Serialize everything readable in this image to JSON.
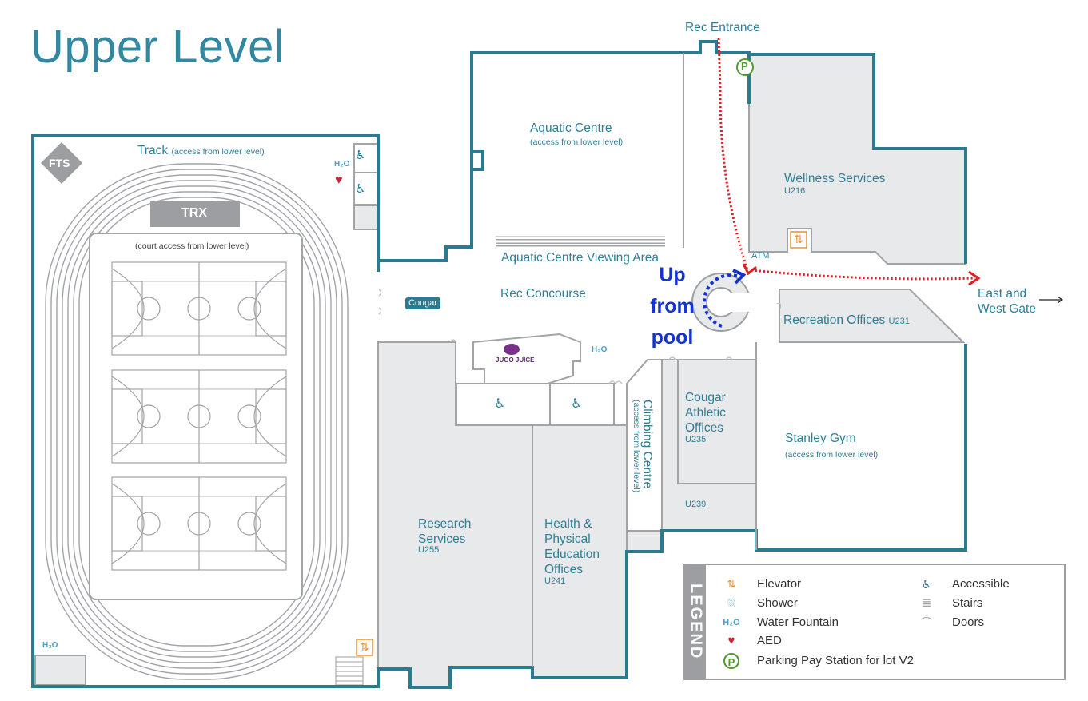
{
  "page_title": "Upper Level",
  "labels": {
    "rec_entrance": "Rec Entrance",
    "fts": "FTS",
    "track": "Track",
    "track_note": "(access from lower level)",
    "trx": "TRX",
    "court_note": "(court access from lower level)",
    "aquatic": "Aquatic Centre",
    "aquatic_note": "(access from lower level)",
    "aquatic_viewing": "Aquatic Centre Viewing Area",
    "wellness": "Wellness Services",
    "wellness_room": "U216",
    "atm": "ATM",
    "east_west_1": "East and",
    "east_west_2": "West Gate",
    "rec_concourse": "Rec Concourse",
    "cougar": "Cougar",
    "recreation_offices": "Recreation Offices",
    "recreation_room": "U231",
    "jugo_juice": "JUGO JUICE",
    "h2o": "H₂O",
    "cougar_athletic_1": "Cougar",
    "cougar_athletic_2": "Athletic",
    "cougar_athletic_3": "Offices",
    "cougar_athletic_room": "U235",
    "climbing": "Climbing Centre",
    "climbing_note": "(access from lower level)",
    "stanley": "Stanley Gym",
    "stanley_note": "(access from lower level)",
    "u239": "U239",
    "research_1": "Research",
    "research_2": "Services",
    "research_room": "U255",
    "health_1": "Health &",
    "health_2": "Physical",
    "health_3": "Education",
    "health_4": "Offices",
    "health_room": "U241",
    "up_from_pool_1": "Up",
    "up_from_pool_2": "from",
    "up_from_pool_3": "pool"
  },
  "legend": {
    "title": "LEGEND",
    "items": [
      {
        "label": "Elevator",
        "icon": "elevator-icon"
      },
      {
        "label": "Shower",
        "icon": "shower-icon"
      },
      {
        "label": "Water Fountain",
        "icon": "water-fountain-icon"
      },
      {
        "label": "AED",
        "icon": "aed-icon"
      },
      {
        "label": "Parking Pay Station for lot V2",
        "icon": "parking-icon"
      },
      {
        "label": "Accessible",
        "icon": "accessible-icon"
      },
      {
        "label": "Stairs",
        "icon": "stairs-icon"
      },
      {
        "label": "Doors",
        "icon": "doors-icon"
      }
    ],
    "parking_symbol": "P",
    "elevator_symbol": "⇅",
    "accessible_symbol": "♿",
    "shower_symbol": "⛆",
    "aed_symbol": "♥",
    "stairs_symbol": "≣",
    "doors_symbol": "⌒"
  },
  "colors": {
    "outline": "#2a7b8f",
    "room_fill": "#e8e9eb",
    "room_stroke": "#a2a4a8",
    "label": "#2f7e95",
    "route_red": "#e11b22",
    "route_blue": "#1433d1",
    "elevator_orange": "#f0902a",
    "parking_green": "#4f9a2f",
    "aed_red": "#c3283a"
  }
}
